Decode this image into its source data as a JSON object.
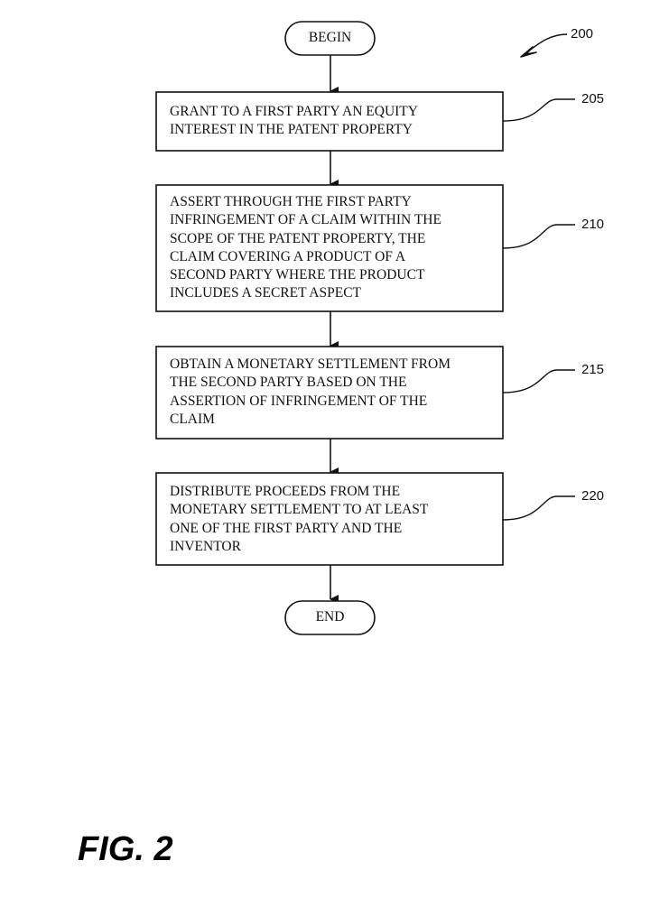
{
  "figure": {
    "reference_numeral": "200",
    "caption": "FIG. 2"
  },
  "flowchart": {
    "begin_label": "BEGIN",
    "end_label": "END",
    "steps": [
      {
        "ref": "205",
        "text": "GRANT TO A FIRST PARTY AN EQUITY\nINTEREST IN THE PATENT PROPERTY"
      },
      {
        "ref": "210",
        "text": "ASSERT THROUGH THE FIRST PARTY\nINFRINGEMENT OF A CLAIM WITHIN THE\nSCOPE OF THE PATENT PROPERTY, THE\nCLAIM COVERING A PRODUCT OF A\nSECOND PARTY WHERE THE PRODUCT\nINCLUDES A SECRET ASPECT"
      },
      {
        "ref": "215",
        "text": "OBTAIN A MONETARY SETTLEMENT FROM\nTHE SECOND PARTY BASED ON THE\nASSERTION OF INFRINGEMENT OF THE\nCLAIM"
      },
      {
        "ref": "220",
        "text": "DISTRIBUTE PROCEEDS FROM THE\nMONETARY SETTLEMENT TO AT LEAST\nONE OF THE FIRST PARTY AND THE\nINVENTOR"
      }
    ]
  }
}
